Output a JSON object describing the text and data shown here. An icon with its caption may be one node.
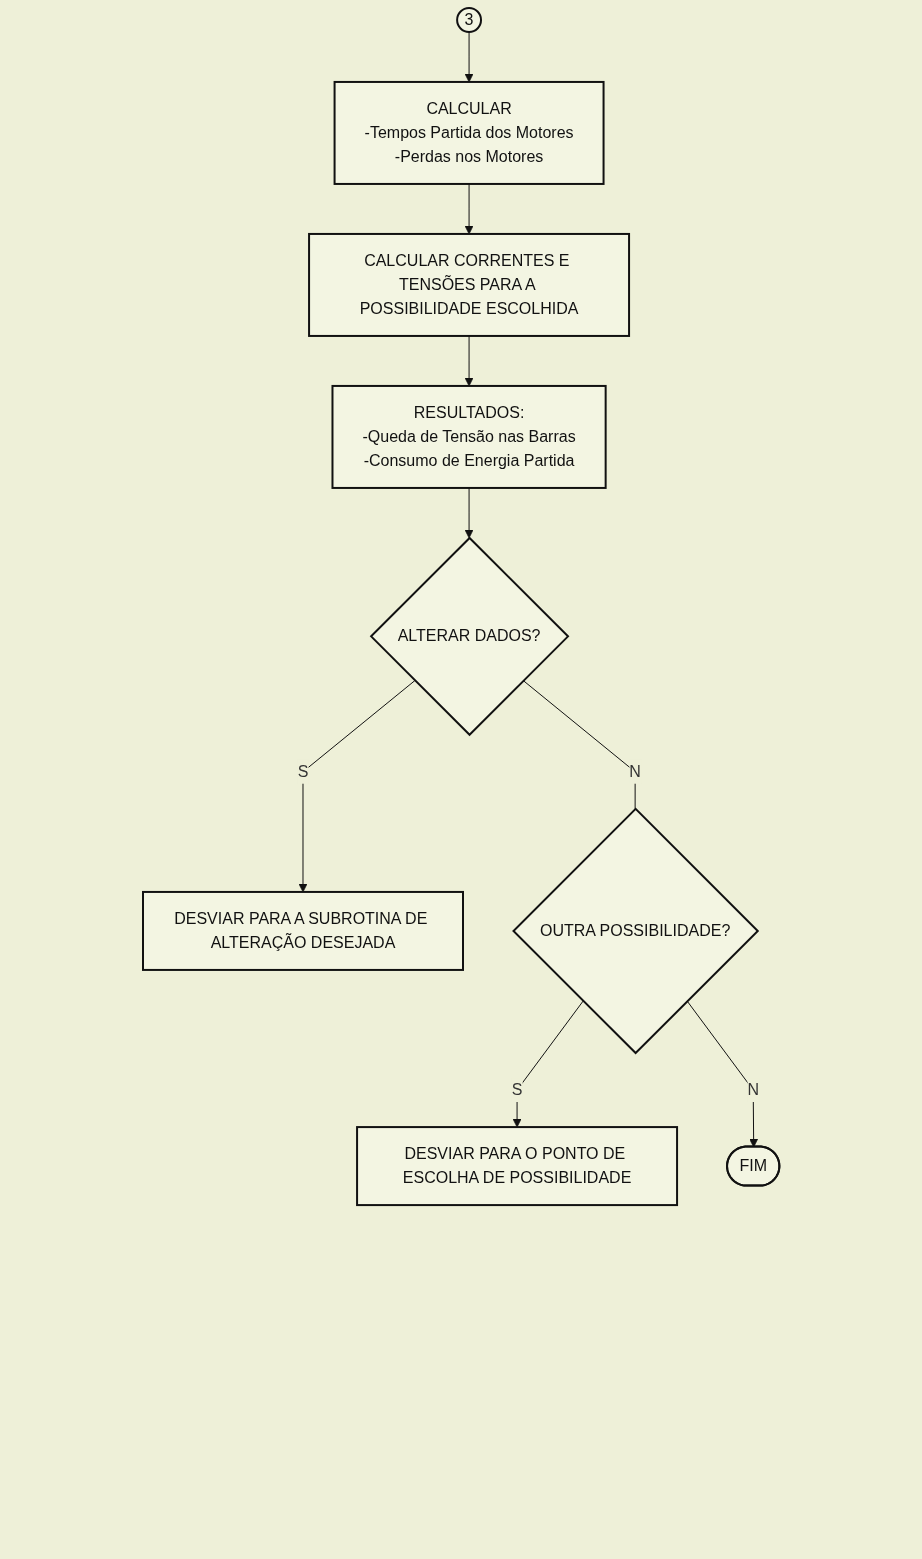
{
  "diagram": {
    "nodes": [
      {
        "text": [
          "3"
        ]
      },
      {
        "text": [
          "CALCULAR",
          "-Tempos Partida dos Motores",
          "-Perdas nos Motores"
        ]
      },
      {
        "text": [
          "CALCULAR CORRENTES E TENSÕES PARA A POSSIBILIDADE ESCOLHIDA"
        ]
      },
      {
        "text": [
          "RESULTADOS:",
          "-Queda de Tensão nas Barras",
          "-Consumo de Energia Partida"
        ]
      },
      {
        "text": [
          "ALTERAR DADOS?"
        ]
      },
      {
        "text": [
          "DESVIAR PARA A SUBROTINA DE ALTERAÇÃO DESEJADA"
        ]
      },
      {
        "text": [
          "OUTRA POSSIBILIDADE?"
        ]
      },
      {
        "text": [
          "DESVIAR PARA O PONTO DE ESCOLHA DE POSSIBILIDADE"
        ]
      },
      {
        "text": [
          "FIM"
        ]
      }
    ],
    "edges": [
      {
        "from": 0,
        "to": 1,
        "arrow": "to"
      },
      {
        "from": 1,
        "to": 2,
        "arrow": "to"
      },
      {
        "from": 2,
        "to": 3,
        "arrow": "to"
      },
      {
        "from": 3,
        "to": 4,
        "arrow": "to"
      },
      {
        "from": 4,
        "to": 5,
        "arrow": "to",
        "label": "S"
      },
      {
        "from": 4,
        "to": 6,
        "arrow": "none",
        "label": "N"
      },
      {
        "from": 6,
        "to": 7,
        "arrow": "to",
        "label": "S"
      },
      {
        "from": 6,
        "to": 8,
        "arrow": "to",
        "label": "N"
      }
    ]
  }
}
